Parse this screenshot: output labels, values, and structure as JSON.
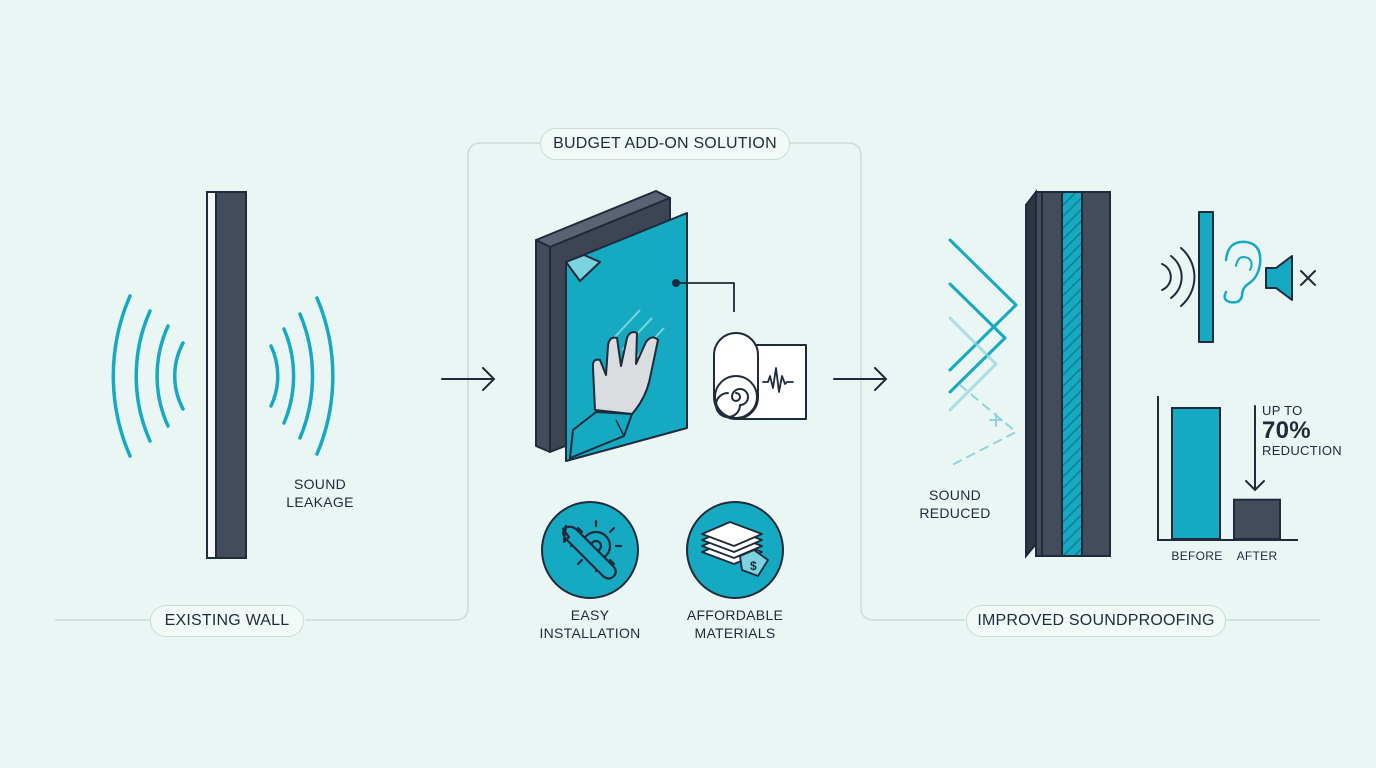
{
  "sections": {
    "existing": {
      "title": "EXISTING WALL",
      "caption_lines": [
        "SOUND",
        "LEAKAGE"
      ]
    },
    "budget": {
      "title": "BUDGET ADD-ON SOLUTION"
    },
    "improved": {
      "title": "IMPROVED SOUNDPROOFING",
      "caption_lines": [
        "SOUND",
        "REDUCED"
      ]
    }
  },
  "features": [
    {
      "lines": [
        "EASY",
        "INSTALLATION"
      ],
      "icon": "wrench-gear-icon"
    },
    {
      "lines": [
        "AFFORDABLE",
        "MATERIALS"
      ],
      "icon": "stacked-sheets-price-tag-icon"
    }
  ],
  "reduction": {
    "prefix": "UP TO",
    "value_text": "70%",
    "suffix": "REDUCTION",
    "bars": [
      {
        "label": "BEFORE",
        "value": 100
      },
      {
        "label": "AFTER",
        "value": 30
      }
    ]
  },
  "colors": {
    "teal": "#16a9c2",
    "dark": "#444c5c",
    "outline": "#1f2a3a",
    "line": "#c9dcd8",
    "background": "#eaf6f3"
  }
}
